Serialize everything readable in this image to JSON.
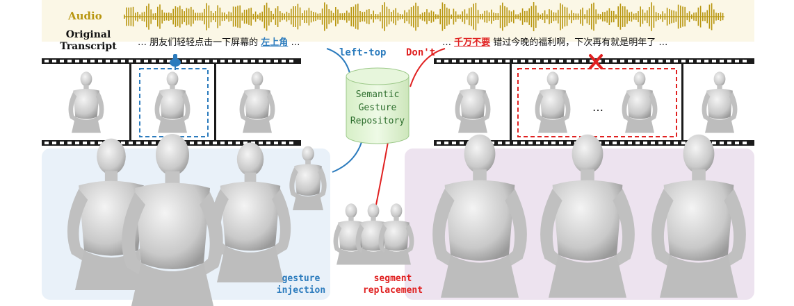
{
  "audio_label": "Audio",
  "original_transcript_label": [
    "Original",
    "Transcript"
  ],
  "transcript_left": {
    "prefix": "… 朋友们轻轻点击一下屏幕的",
    "keyword": "左上角",
    "suffix": "…"
  },
  "transcript_right": {
    "prefix": "…",
    "keyword": "千万不要",
    "suffix": "错过今晚的福利啊，下次再有就是明年了 …"
  },
  "annotation_left_top": "left-top",
  "annotation_dont": "Don't",
  "repository_lines": [
    "Semantic",
    "Gesture",
    "Repository"
  ],
  "ellipsis": "…",
  "gesture_injection_label": [
    "gesture",
    "injection"
  ],
  "segment_replacement_label": [
    "segment",
    "replacement"
  ],
  "colors": {
    "blue": "#2b7bbd",
    "red": "#e02020",
    "gold": "#b8960f",
    "green": "#2d6e2d",
    "panel_blue": "#e9f1f9",
    "panel_purple": "#ede3ef"
  },
  "icons": [
    "hand-pointer-icon",
    "red-cross-icon",
    "database-icon",
    "waveform-icon",
    "human-figure-icon"
  ]
}
